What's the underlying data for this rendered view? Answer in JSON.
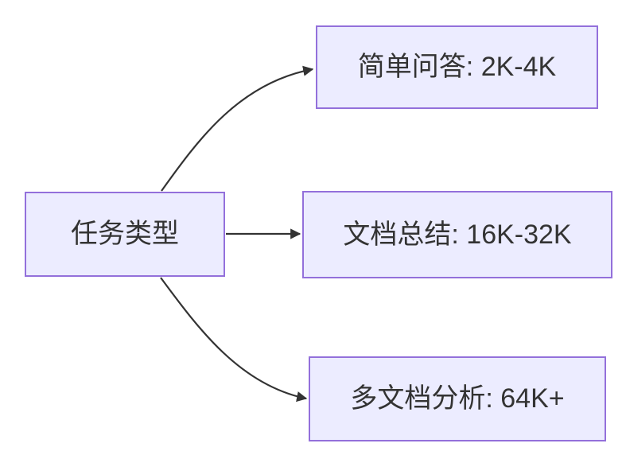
{
  "diagram": {
    "root": {
      "label": "任务类型"
    },
    "branches": [
      {
        "label": "简单问答: 2K-4K"
      },
      {
        "label": "文档总结: 16K-32K"
      },
      {
        "label": "多文档分析: 64K+"
      }
    ],
    "edges": [
      {
        "from": "任务类型",
        "to": "简单问答: 2K-4K"
      },
      {
        "from": "任务类型",
        "to": "文档总结: 16K-32K"
      },
      {
        "from": "任务类型",
        "to": "多文档分析: 64K+"
      }
    ],
    "colors": {
      "node_fill": "#ECECFF",
      "node_border": "#9370DB",
      "edge_line": "#333333",
      "text": "#333333",
      "background": "#FFFFFF"
    }
  }
}
